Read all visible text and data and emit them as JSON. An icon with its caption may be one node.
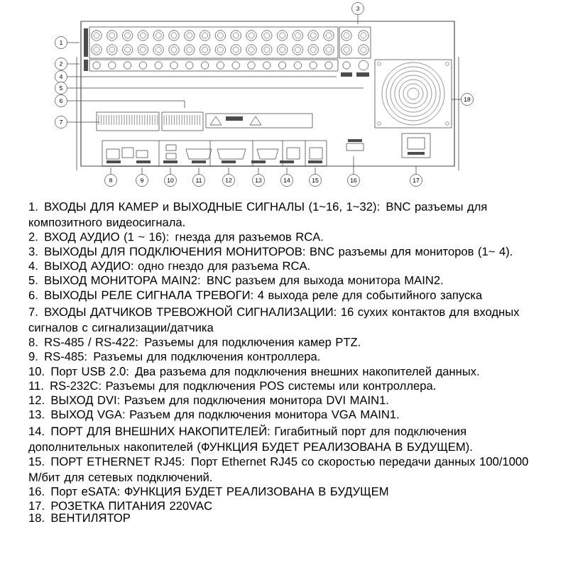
{
  "diagram": {
    "nodes": [
      {
        "text": [
          "1"
        ]
      },
      {
        "text": [
          "2"
        ]
      },
      {
        "text": [
          "3"
        ]
      },
      {
        "text": [
          "4"
        ]
      },
      {
        "text": [
          "5"
        ]
      },
      {
        "text": [
          "6"
        ]
      },
      {
        "text": [
          "7"
        ]
      },
      {
        "text": [
          "18"
        ]
      },
      {
        "text": [
          "8"
        ]
      },
      {
        "text": [
          "9"
        ]
      },
      {
        "text": [
          "10"
        ]
      },
      {
        "text": [
          "11"
        ]
      },
      {
        "text": [
          "12"
        ]
      },
      {
        "text": [
          "13"
        ]
      },
      {
        "text": [
          "14"
        ]
      },
      {
        "text": [
          "15"
        ]
      },
      {
        "text": [
          "16"
        ]
      },
      {
        "text": [
          "17"
        ]
      }
    ],
    "edges": [
      {
        "from": 0,
        "to": null,
        "arrow": "none"
      },
      {
        "from": 1,
        "to": null,
        "arrow": "none"
      },
      {
        "from": 2,
        "to": null,
        "arrow": "none"
      },
      {
        "from": 3,
        "to": null,
        "arrow": "none"
      },
      {
        "from": 4,
        "to": null,
        "arrow": "none"
      },
      {
        "from": 5,
        "to": null,
        "arrow": "none"
      },
      {
        "from": 6,
        "to": null,
        "arrow": "none"
      },
      {
        "from": 7,
        "to": null,
        "arrow": "none"
      },
      {
        "from": 8,
        "to": null,
        "arrow": "none"
      },
      {
        "from": 9,
        "to": null,
        "arrow": "none"
      },
      {
        "from": 10,
        "to": null,
        "arrow": "none"
      },
      {
        "from": 11,
        "to": null,
        "arrow": "none"
      },
      {
        "from": 12,
        "to": null,
        "arrow": "none"
      },
      {
        "from": 13,
        "to": null,
        "arrow": "none"
      },
      {
        "from": 14,
        "to": null,
        "arrow": "none"
      },
      {
        "from": 15,
        "to": null,
        "arrow": "none"
      },
      {
        "from": 16,
        "to": null,
        "arrow": "none"
      },
      {
        "from": 17,
        "to": null,
        "arrow": "none"
      }
    ],
    "labels": [
      "1. ВХОДЫ ДЛЯ КАМЕР и ВЫХОДНЫЕ СИГНАЛЫ (1~16, 1~32): BNC разъемы для композитного видеосигнала.",
      "2. ВХОД АУДИО (1 ~ 16): гнезда для разъемов RCA.",
      "3. ВЫХОДЫ ДЛЯ ПОДКЛЮЧЕНИЯ МОНИТОРОВ: BNC разъемы для мониторов (1~ 4).",
      "4. ВЫХОД АУДИО: одно гнездо для разъема RCA.",
      "5. ВЫХОД МОНИТОРА MAIN2: BNC разъем для выхода монитора MAIN2.",
      "6. ВЫХОДЫ РЕЛЕ СИГНАЛА ТРЕВОГИ: 4 выхода реле для событийного запуска",
      "7. ВХОДЫ ДАТЧИКОВ ТРЕВОЖНОЙ СИГНАЛИЗАЦИИ: 16 сухих контактов для входных сигналов с сигнализации/датчика",
      "8. RS-485 / RS-422: Разъемы для подключения камер PTZ.",
      "9. RS-485: Разъемы для подключения контроллера.",
      "10. Порт USB 2.0: Два разъема для подключения внешних накопителей данных.",
      "11. RS-232C: Разъемы для подключения POS системы или контроллера.",
      "12. ВЫХОД DVI: Разъем для подключения монитора DVI MAIN1.",
      "13. ВЫХОД VGA: Разъем для подключения монитора VGA MAIN1.",
      "14. ПОРТ ДЛЯ ВНЕШНИХ НАКОПИТЕЛЕЙ: Гигабитный порт для подключения дополнительных накопителей (ФУНКЦИЯ БУДЕТ РЕАЛИЗОВАНА В БУДУЩЕМ).",
      "15. ПОРТ ETHERNET RJ45: Порт Ethernet RJ45 со скоростью передачи данных 100/1000 М/бит для сетевых подключений.",
      "16. Порт eSATA: ФУНКЦИЯ БУДЕТ РЕАЛИЗОВАНА В БУДУЩЕМ",
      "17. РОЗЕТКА ПИТАНИЯ 220VAC",
      "18. ВЕНТИЛЯТОР"
    ]
  }
}
